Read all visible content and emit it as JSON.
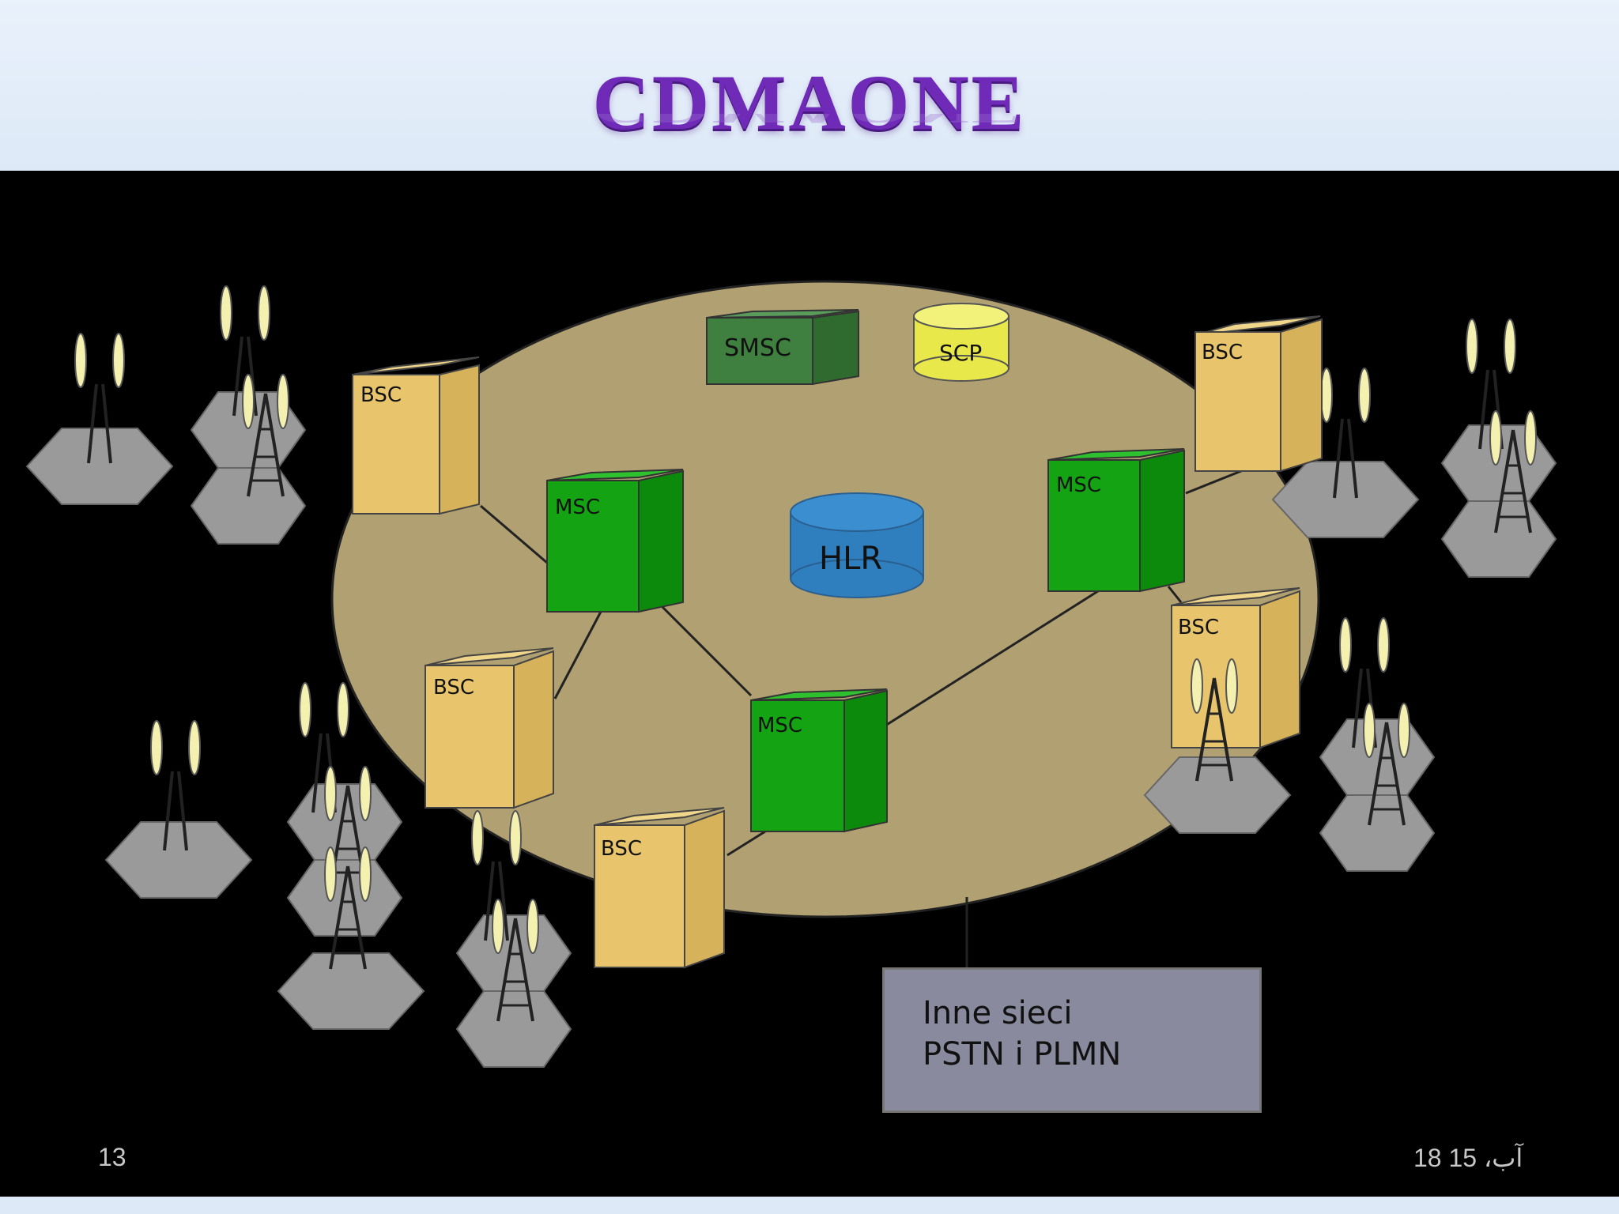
{
  "slide": {
    "title": "CDMAONE",
    "number": "13",
    "date": "18 آب، 15"
  },
  "diagram": {
    "nodes": {
      "smsc": "SMSC",
      "scp": "SCP",
      "hlr": "HLR",
      "msc": "MSC",
      "bsc": "BSC"
    },
    "external_network": {
      "line1": "Inne sieci",
      "line2": "PSTN i PLMN"
    },
    "colors": {
      "core_ellipse": "#b0a072",
      "bsc": "#e8c56c",
      "msc": "#13a313",
      "smsc": "#3f7f3f",
      "scp": "#e8e84a",
      "hlr": "#2f7fbf",
      "cell": "#9a9a9a",
      "antenna": "#f3f0b0"
    }
  }
}
